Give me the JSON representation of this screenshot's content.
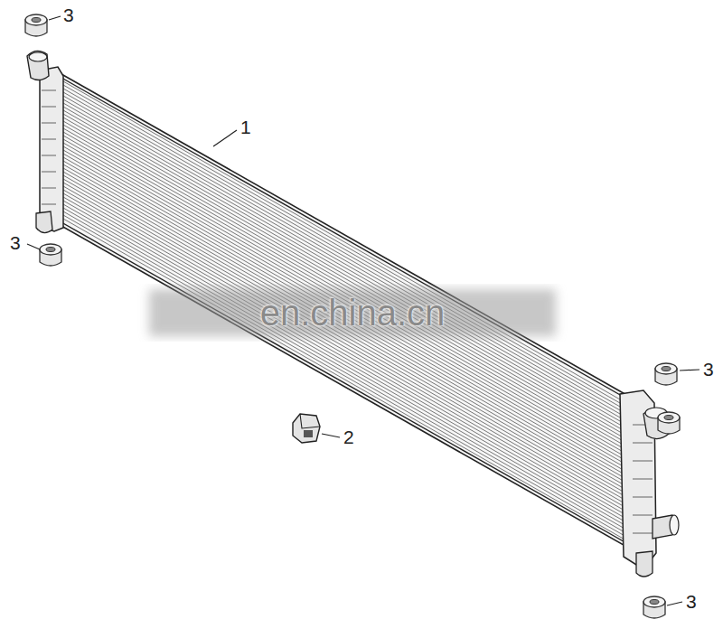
{
  "diagram": {
    "labels": [
      "3",
      "1",
      "3",
      "en.china.cn",
      "3",
      "2",
      "3"
    ]
  }
}
